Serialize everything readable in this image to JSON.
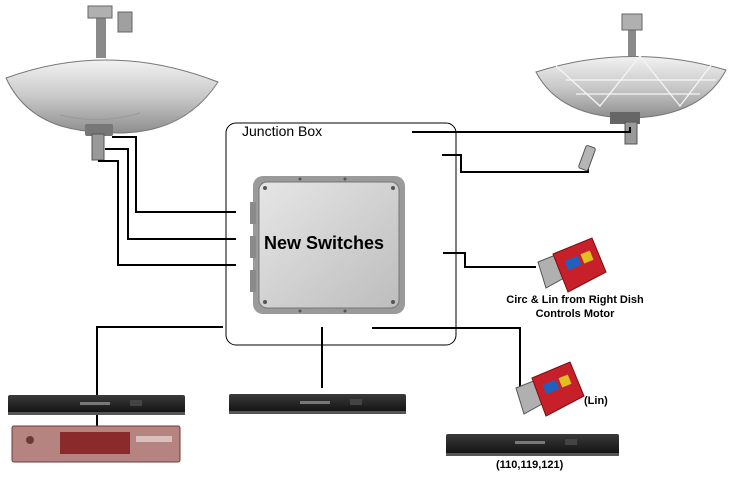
{
  "labels": {
    "junction_box": "Junction Box",
    "switches": "New Switches",
    "card_caption_line1": "Circ & Lin from Right Dish",
    "card_caption_line2": "Controls Motor",
    "lin": "(Lin)",
    "sat_positions": "(110,119,121)"
  },
  "colors": {
    "wire": "#000000",
    "dish": "#c9c9c9",
    "receiver": "#1a1a1a",
    "card_board": "#c8202a"
  }
}
